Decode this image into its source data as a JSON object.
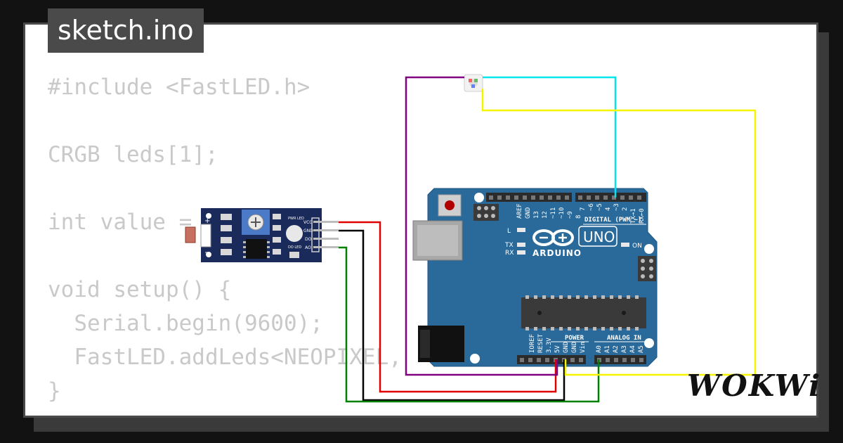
{
  "tab": {
    "title": "sketch.ino"
  },
  "code_lines": [
    "#include <FastLED.h>",
    "",
    "CRGB leds[1];",
    "",
    "int value =",
    "",
    "void setup() {",
    "  Serial.begin(9600);",
    "  FastLED.addLeds<NEOPIXEL,",
    "}"
  ],
  "sensor": {
    "pin_labels": [
      "VCC",
      "GND",
      "DO",
      "AO"
    ],
    "led_labels": [
      "PWR LED",
      "DO LED"
    ],
    "pot_labels": [
      "+",
      "−"
    ]
  },
  "arduino": {
    "brand": "ARDUINO",
    "model": "UNO",
    "digital_label": "DIGITAL (PWM ~)",
    "digital_pins": [
      "AREF",
      "GND",
      "13",
      "12",
      "~11",
      "~10",
      "~9",
      "8",
      "7",
      "~6",
      "~5",
      "4",
      "~3",
      "2",
      "TX→1",
      "RX←0"
    ],
    "indicators": [
      "L",
      "TX",
      "RX"
    ],
    "on_label": "ON",
    "power_label": "POWER",
    "power_pins": [
      "IOREF",
      "RESET",
      "3.3V",
      "5V",
      "GND",
      "GND",
      "Vin"
    ],
    "analog_label": "ANALOG IN",
    "analog_pins": [
      "A0",
      "A1",
      "A2",
      "A3",
      "A4",
      "A5"
    ]
  },
  "colors": {
    "wire_red": "#e00000",
    "wire_black": "#000000",
    "wire_green": "#008000",
    "wire_purple": "#800080",
    "wire_cyan": "#00e5ee",
    "wire_yellow": "#f5f500",
    "board": "#2a6a9a",
    "sensor_board": "#1a2a5a"
  },
  "brand": {
    "logo": "WOKWi"
  }
}
